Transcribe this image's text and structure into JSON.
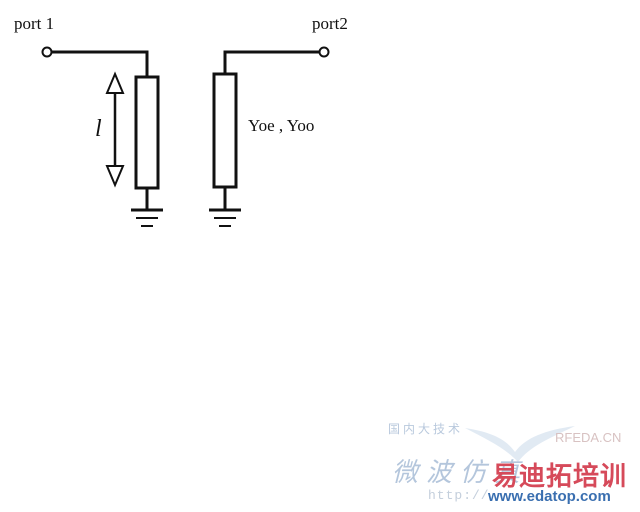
{
  "labels": {
    "port1": "port 1",
    "port2": "port2",
    "length": "l",
    "impedance": "Yoe , Yoo"
  },
  "watermark": {
    "top_text": "国内大技术",
    "rfeda": "RFEDA.CN",
    "cn_text": "微波仿真",
    "brand": "易迪拓培训",
    "url_left": "http://",
    "url_main": "www.edatop.com"
  },
  "colors": {
    "line": "#111111",
    "brand": "#d64a5a",
    "watermark_blue": "#b4c6dc"
  }
}
